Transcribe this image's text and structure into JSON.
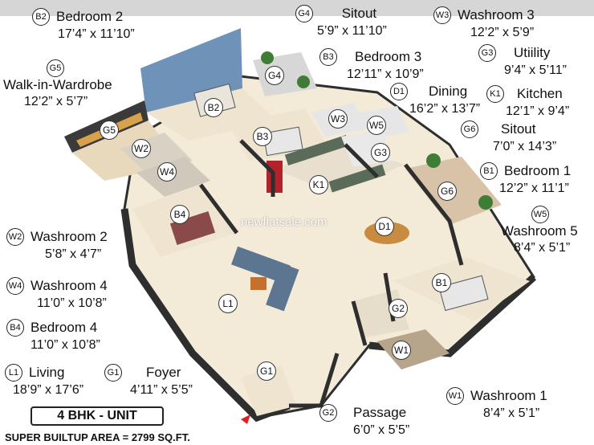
{
  "legend": [
    {
      "code": "B2",
      "name": "Bedroom 2",
      "dim": "17’4” x 11’10”"
    },
    {
      "code": "G4",
      "name": "Sitout",
      "dim": "5’9” x 11’10”"
    },
    {
      "code": "W3",
      "name": "Washroom 3",
      "dim": "12’2” x 5’9”"
    },
    {
      "code": "G5",
      "name": "Walk-in-Wardrobe",
      "dim": "12’2” x 5’7”"
    },
    {
      "code": "B3",
      "name": "Bedroom 3",
      "dim": "12’11” x 10’9”"
    },
    {
      "code": "G3",
      "name": "Utiility",
      "dim": "9’4” x 5’11”"
    },
    {
      "code": "D1",
      "name": "Dining",
      "dim": "16’2” x 13’7”"
    },
    {
      "code": "K1",
      "name": "Kitchen",
      "dim": "12’1” x 9’4”"
    },
    {
      "code": "G6",
      "name": "Sitout",
      "dim": "7’0” x 14’3”"
    },
    {
      "code": "B1",
      "name": "Bedroom 1",
      "dim": "12’2” x 11’1”"
    },
    {
      "code": "W5",
      "name": "Washroom 5",
      "dim": "8’4” x 5’1”"
    },
    {
      "code": "W2",
      "name": "Washroom 2",
      "dim": "5’8” x 4’7”"
    },
    {
      "code": "W4",
      "name": "Washroom 4",
      "dim": "11’0” x 10’8”"
    },
    {
      "code": "B4",
      "name": "Bedroom 4",
      "dim": "11’0” x 10’8”"
    },
    {
      "code": "L1",
      "name": "Living",
      "dim": "18’9” x 17’6”"
    },
    {
      "code": "G1",
      "name": "Foyer",
      "dim": "4’11” x 5’5”"
    },
    {
      "code": "G2",
      "name": "Passage",
      "dim": "6’0” x 5’5”"
    },
    {
      "code": "W1",
      "name": "Washroom 1",
      "dim": "8’4” x 5’1”"
    }
  ],
  "plan_tags": [
    "G4",
    "B2",
    "G5",
    "W2",
    "W4",
    "B3",
    "W3",
    "W5",
    "G3",
    "K1",
    "G6",
    "B4",
    "D1",
    "B1",
    "L1",
    "G2",
    "W1",
    "G1"
  ],
  "unit_type": "4 BHK - UNIT",
  "super_builtup_area": "SUPER BUILTUP AREA = 2799 SQ.FT.",
  "watermark": "newflatsale.com",
  "colors": {
    "floor": "#f3ead8",
    "wall": "#2e2e2e",
    "wall_top": "#f7f7f7",
    "accent_wall": "#6f93b8",
    "bed": "#8a4a4a",
    "sofa": "#5c7590",
    "entry_arrow": "#e02020"
  }
}
